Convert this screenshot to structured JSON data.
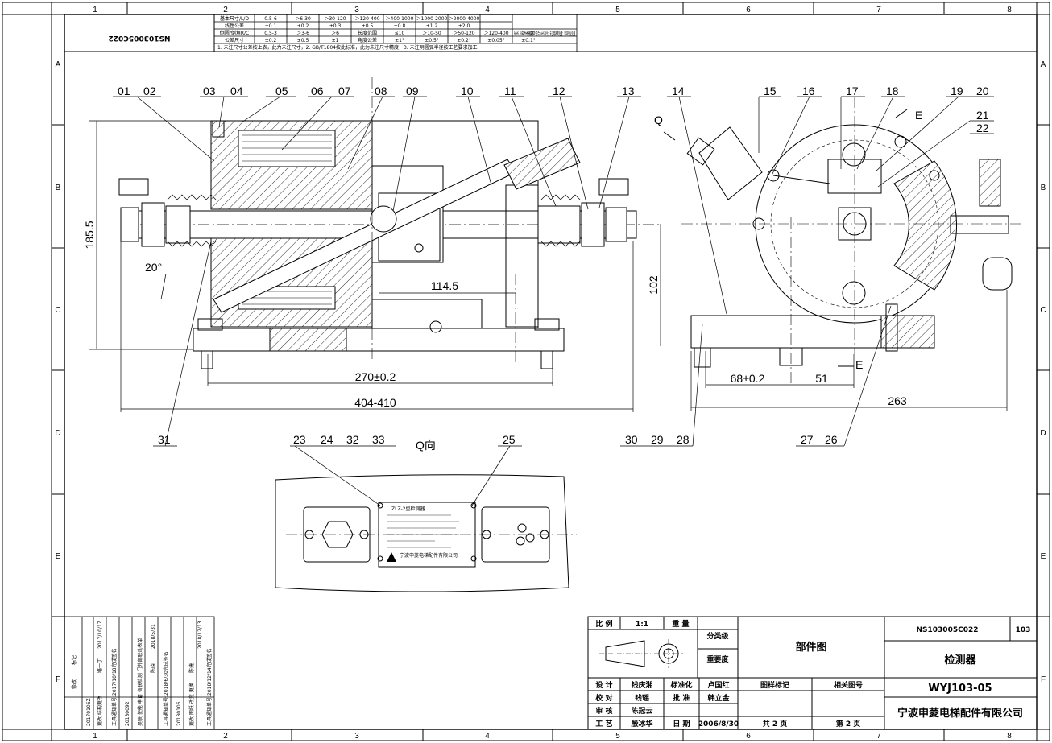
{
  "drawing_number": "NS103005C022",
  "sheet_id": "103",
  "part_name": "检测器",
  "drawing_type": "部件图",
  "model": "WYJ103-05",
  "company": "宁波申菱电梯配件有限公司",
  "grid": {
    "columns": [
      "1",
      "2",
      "3",
      "4",
      "5",
      "6",
      "7",
      "8"
    ],
    "rows": [
      "A",
      "B",
      "C",
      "D",
      "E",
      "F"
    ]
  },
  "tolerance_table": {
    "row1": [
      "基本尺寸/L/D",
      "0.5-6",
      "＞6-30",
      "＞30-120",
      "＞120-400",
      "＞400-1000",
      "＞1000-2000",
      "＞2000-4000"
    ],
    "row2": [
      "线性公差",
      "±0.1",
      "±0.2",
      "±0.3",
      "±0.5",
      "±0.8",
      "±1.2",
      "±2.0"
    ],
    "row3": [
      "倒圆/倒角R/C",
      "0.5-3",
      "＞3-6",
      "＞6",
      "长度范围",
      "≤10",
      "＞10-50",
      "＞50-120",
      "＞120-400",
      "＞400"
    ],
    "row4": [
      "公差尺寸",
      "±0.2",
      "±0.5",
      "±1",
      "角度公差",
      "±1°",
      "±0.5°",
      "±0.2°",
      "±0.05°",
      "±0.1°"
    ],
    "note": "1. 未注尺寸公差按上表，此为未注尺寸，2. GB/T1804按此标准，此为未注尺寸精度，3. 未注明圆弧半径按工艺要求加工",
    "right_note": "RoHS、REACH合规要求：符合RoHS指令；未注明表面处理：镀锌钝化处理"
  },
  "leaders": [
    "01",
    "02",
    "03",
    "04",
    "05",
    "06",
    "07",
    "08",
    "09",
    "10",
    "11",
    "12",
    "13",
    "14",
    "15",
    "16",
    "17",
    "18",
    "19",
    "20",
    "21",
    "22",
    "23",
    "24",
    "25",
    "26",
    "27",
    "28",
    "29",
    "30",
    "31",
    "32",
    "33"
  ],
  "dimensions": {
    "height_total": "185.5",
    "angle": "20°",
    "d_114": "114.5",
    "d_270": "270±0.2",
    "d_404": "404-410",
    "d_102": "102",
    "d_68": "68±0.2",
    "d_51": "51",
    "d_263": "263"
  },
  "view_labels": {
    "q_arrow": "Q",
    "q_view": "Q向",
    "section_e": "E"
  },
  "nameplate": {
    "title": "ZLZ-2型检测器",
    "company": "宁波申菱电梯配件有限公司"
  },
  "revisions": [
    {
      "code": "20170106Z",
      "text": "更改 结构更改",
      "who": "路一丁",
      "date": "2017/10/17"
    },
    {
      "code": "20180092",
      "text": "吴联 使能 申请 各联检测 门外部联动表单",
      "who": "陈晓",
      "date": "2018/5/31"
    },
    {
      "code": "20180106",
      "text": "更改 图纸 改变 更换",
      "who": "陈捷",
      "date": "2018/12/13"
    }
  ],
  "revision_header": [
    "修改",
    "标记"
  ],
  "revision_notes": [
    "工具通知单号:2017/10/18完成签名",
    "工具通知单号:2018/6/30完成签名",
    "工具通知单号:2018/12/14完成签名"
  ],
  "title_block": {
    "scale_label": "比 例",
    "scale": "1:1",
    "weight_label": "重 量",
    "class_label": "分类级",
    "importance_label": "重要度",
    "rows": [
      {
        "role": "设 计",
        "name": "钱庆湘",
        "role2": "标准化",
        "name2": "卢国红"
      },
      {
        "role": "校 对",
        "name": "钱瑶",
        "role2": "批 准",
        "name2": "韩立金"
      },
      {
        "role": "审 核",
        "name": "陈冠云",
        "role2": "",
        "name2": ""
      },
      {
        "role": "工 艺",
        "name": "殷冰华",
        "role2": "日 期",
        "name2": "2006/8/30"
      }
    ],
    "doc_mark": "图样标记",
    "related": "相关图号",
    "sheets_total": "共 2 页",
    "sheet_no": "第 2 页"
  }
}
